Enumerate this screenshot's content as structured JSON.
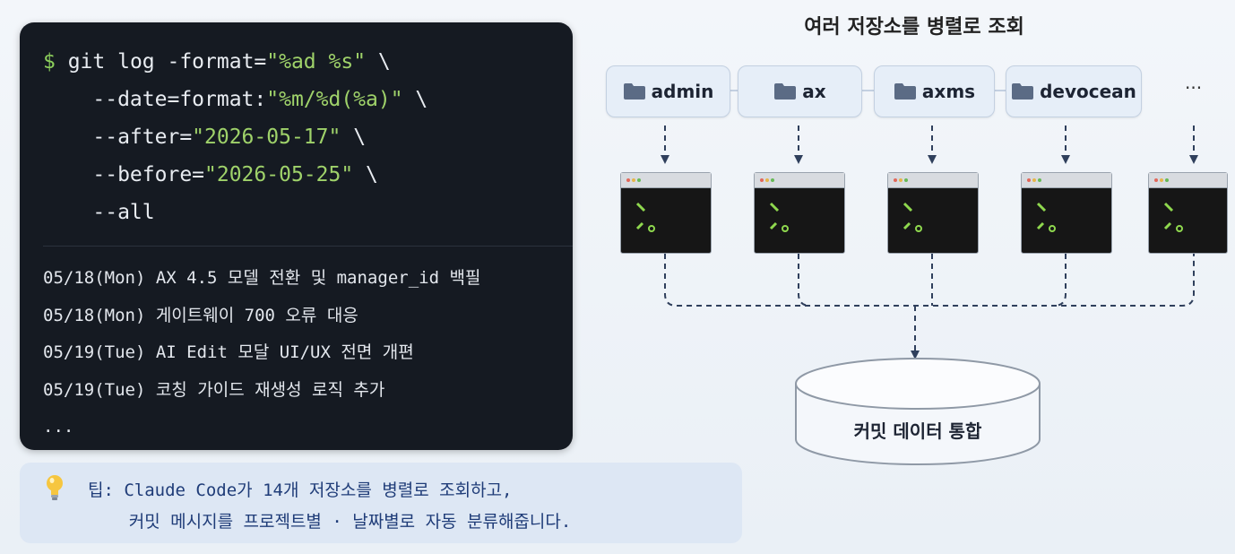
{
  "terminal": {
    "command_lines": [
      {
        "parts": [
          {
            "t": "$",
            "c": "dollar"
          },
          {
            "t": " git log -format=",
            "c": ""
          },
          {
            "t": "\"%ad %s\"",
            "c": "str"
          },
          {
            "t": " \\",
            "c": ""
          }
        ]
      },
      {
        "parts": [
          {
            "t": "    --date=format:",
            "c": ""
          },
          {
            "t": "\"%m/%d(%a)\"",
            "c": "str"
          },
          {
            "t": " \\",
            "c": ""
          }
        ]
      },
      {
        "parts": [
          {
            "t": "    --after=",
            "c": ""
          },
          {
            "t": "\"2026-05-17\"",
            "c": "str"
          },
          {
            "t": " \\",
            "c": ""
          }
        ]
      },
      {
        "parts": [
          {
            "t": "    --before=",
            "c": ""
          },
          {
            "t": "\"2026-05-25\"",
            "c": "str"
          },
          {
            "t": " \\",
            "c": ""
          }
        ]
      },
      {
        "parts": [
          {
            "t": "    --all",
            "c": ""
          }
        ]
      }
    ],
    "log_rows": [
      "05/18(Mon) AX 4.5 모델 전환 및 manager_id 백필",
      "05/18(Mon) 게이트웨이 700 오류 대응",
      "05/19(Tue) AI Edit 모달 UI/UX 전면 개편",
      "05/19(Tue) 코칭 가이드 재생성 로직 추가",
      "..."
    ]
  },
  "tip": {
    "lines": [
      "팁: Claude Code가 14개 저장소를 병렬로 조회하고,",
      "    커밋 메시지를 프로젝트별 · 날짜별로 자동 분류해줍니다."
    ]
  },
  "diagram": {
    "title": "여러 저장소를 병렬로 조회",
    "repos": [
      "admin",
      "ax",
      "axms",
      "devocean"
    ],
    "more": "···",
    "database_label": "커밋 데이터 통합"
  },
  "colors": {
    "terminal_bg": "#151a22",
    "string_green": "#9fd26a",
    "tip_bg": "#dde7f4",
    "tip_text": "#1f3c78",
    "repo_bg": "#e6eef8"
  }
}
